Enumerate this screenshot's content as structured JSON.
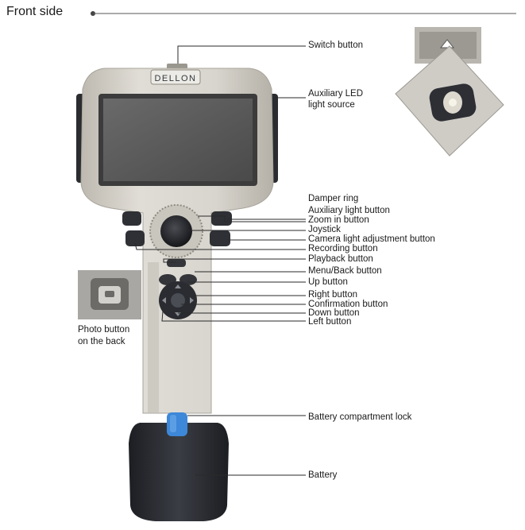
{
  "heading": "Front side",
  "brand": "DELLON",
  "callouts": {
    "switch_button": "Switch button",
    "aux_led_line1": "Auxiliary LED",
    "aux_led_line2": "light source",
    "damper_ring": "Damper ring",
    "aux_light_button": "Auxiliary light button",
    "zoom_in_button": "Zoom in button",
    "joystick": "Joystick",
    "camera_light_button": "Camera light adjustment button",
    "recording_button": "Recording button",
    "playback_button": "Playback button",
    "menu_back_button": "Menu/Back button",
    "up_button": "Up button",
    "right_button": "Right button",
    "confirmation_button": "Confirmation button",
    "down_button": "Down button",
    "left_button": "Left button",
    "battery_lock": "Battery compartment lock",
    "battery": "Battery"
  },
  "photo_button": {
    "line1": "Photo button",
    "line2": "on the back"
  },
  "colors": {
    "body": "#d6d3cb",
    "grip": "#2a2c30",
    "screen": "#5c5c5c",
    "battery": "#2b2d33",
    "lock": "#3d88d8",
    "leader": "#2a2a2a"
  }
}
